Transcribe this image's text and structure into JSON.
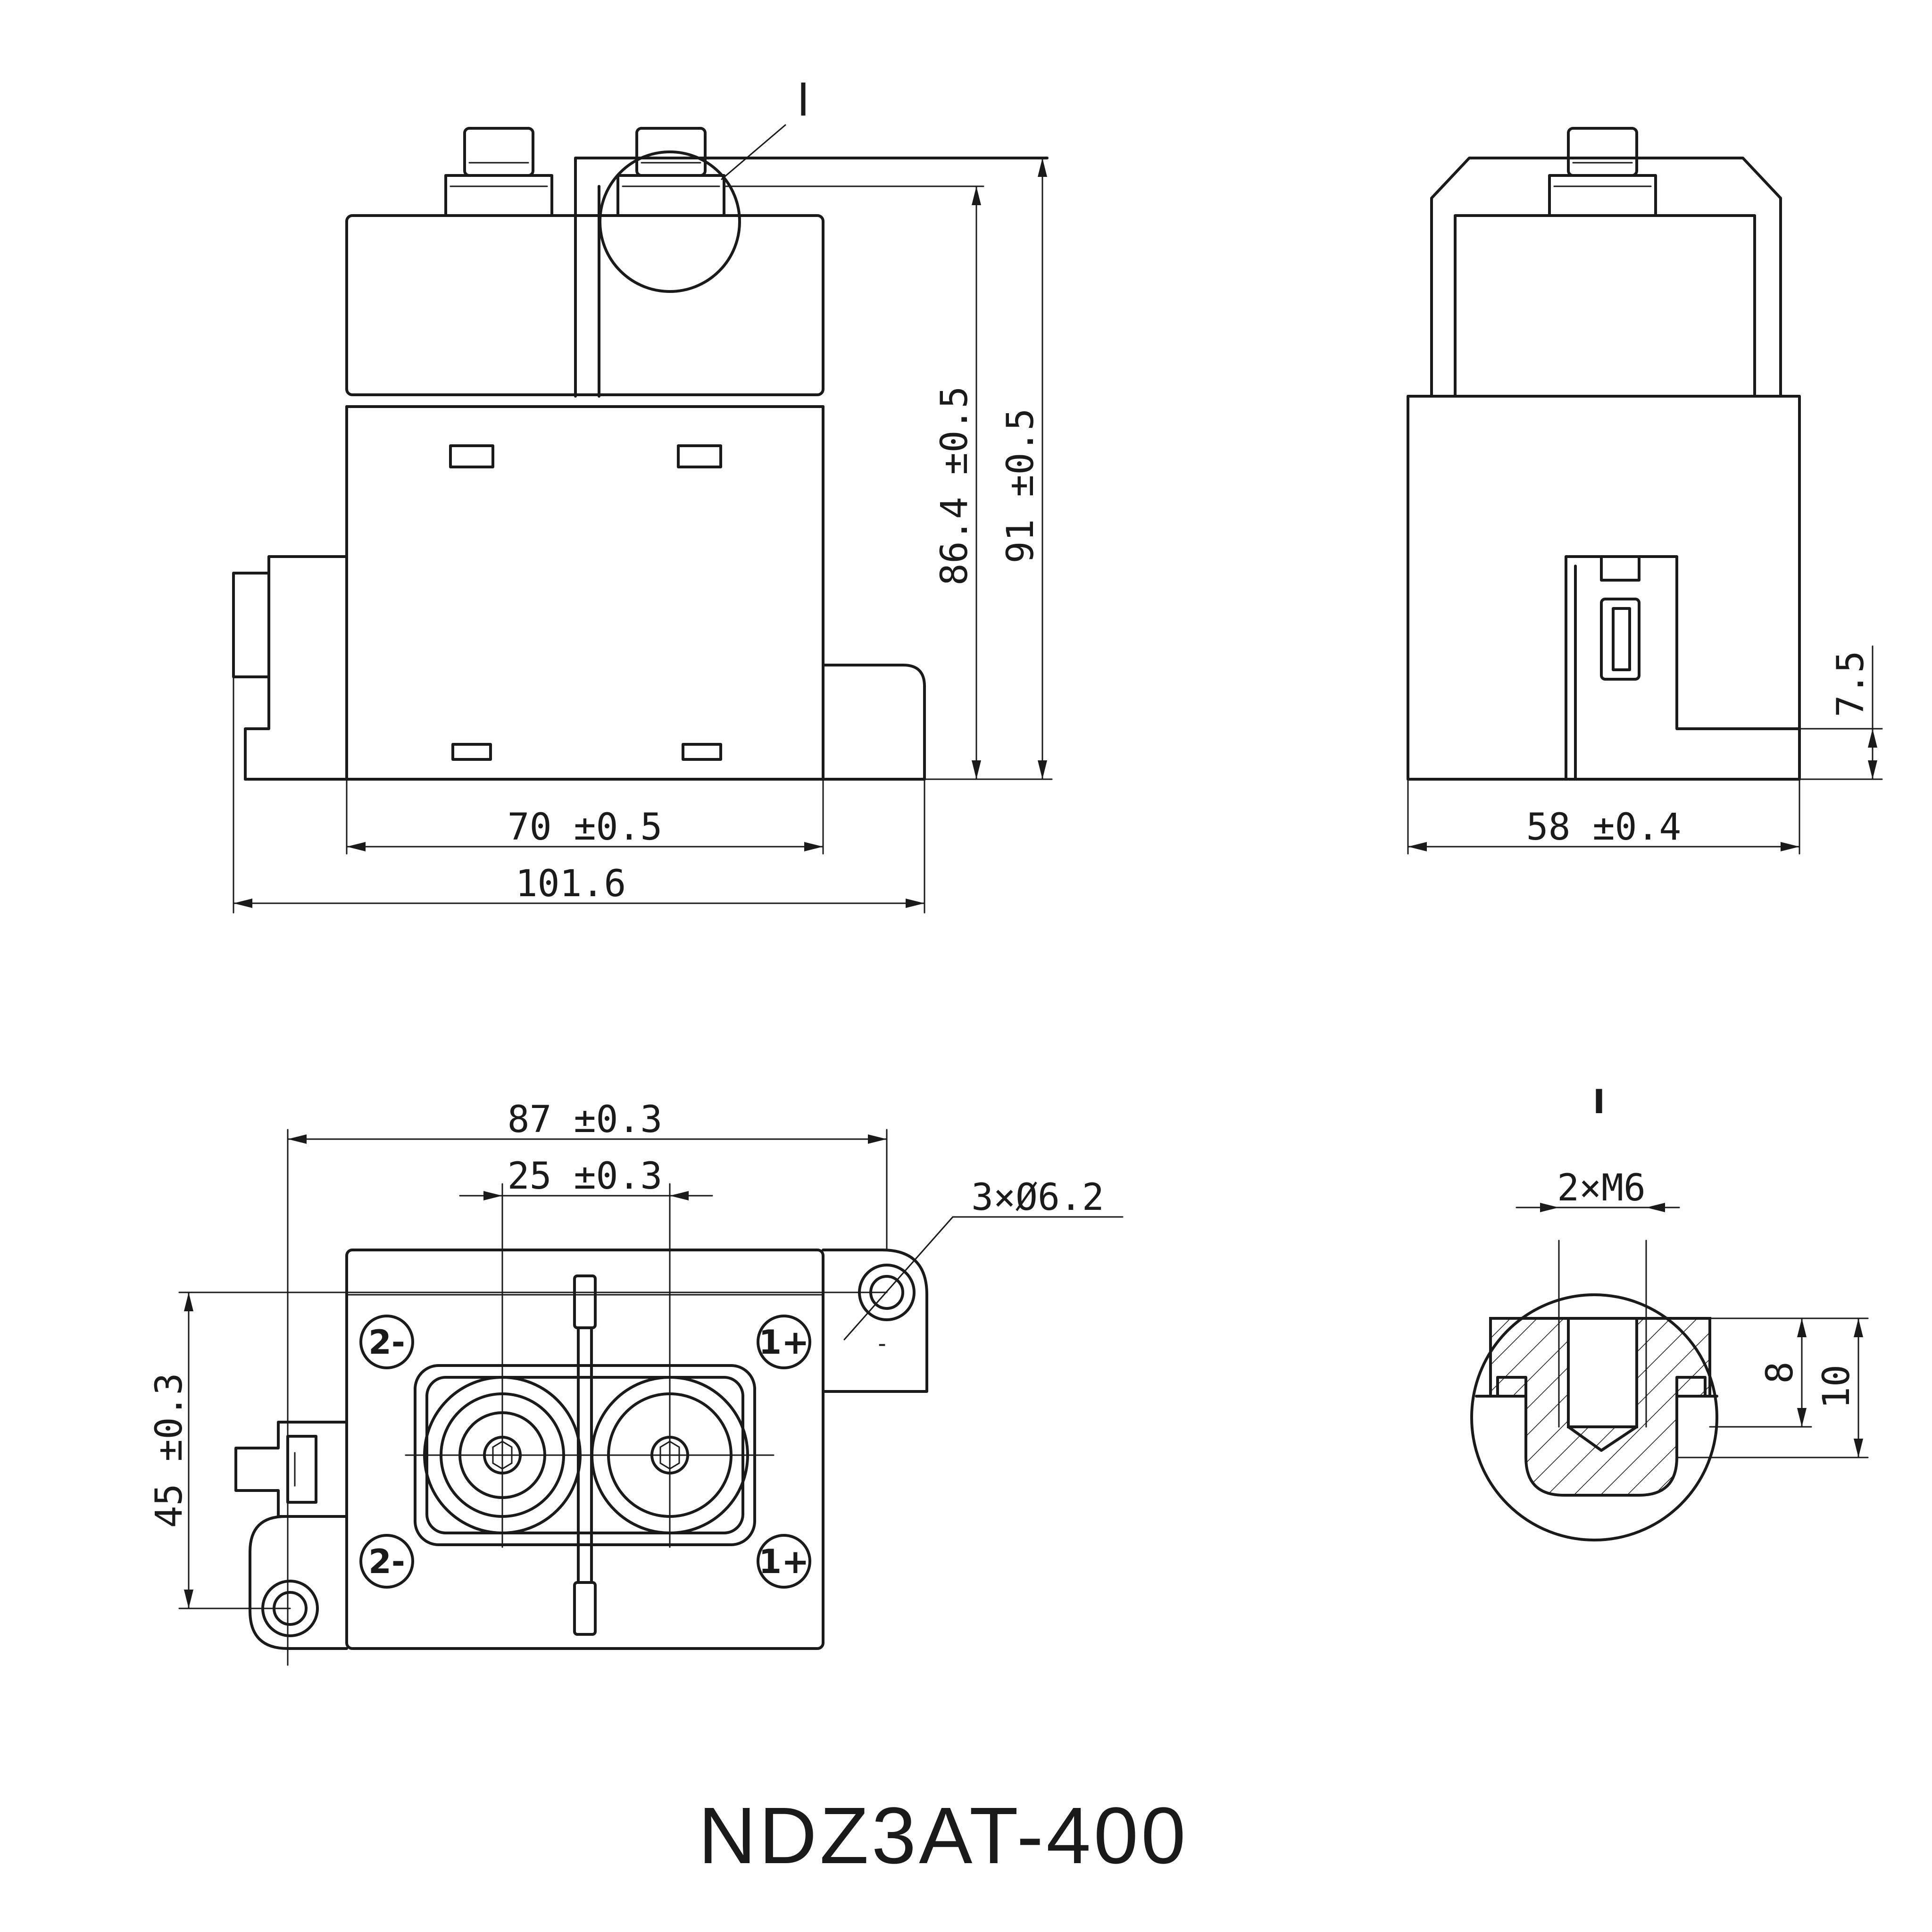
{
  "title": "NDZ3AT-400",
  "detail_marker": "I",
  "front_view": {
    "dim_width_body": "70 ±0.5",
    "dim_width_total": "101.6",
    "dim_height_body": "86.4 ±0.5",
    "dim_height_total": "91 ±0.5"
  },
  "side_view": {
    "dim_width": "58 ±0.4",
    "dim_bottom": "7.5"
  },
  "top_view": {
    "dim_hole_spacing": "87 ±0.3",
    "dim_terminal_spacing": "25 ±0.3",
    "dim_mount_holes": "3×Ø6.2",
    "dim_depth": "45 ±0.3",
    "terminal_labels": [
      "2-",
      "1+",
      "2-",
      "1+"
    ],
    "polarity_mark": "-"
  },
  "detail_view": {
    "label": "I",
    "dim_thread": "2×M6",
    "dim_depth_8": "8",
    "dim_depth_10": "10"
  }
}
